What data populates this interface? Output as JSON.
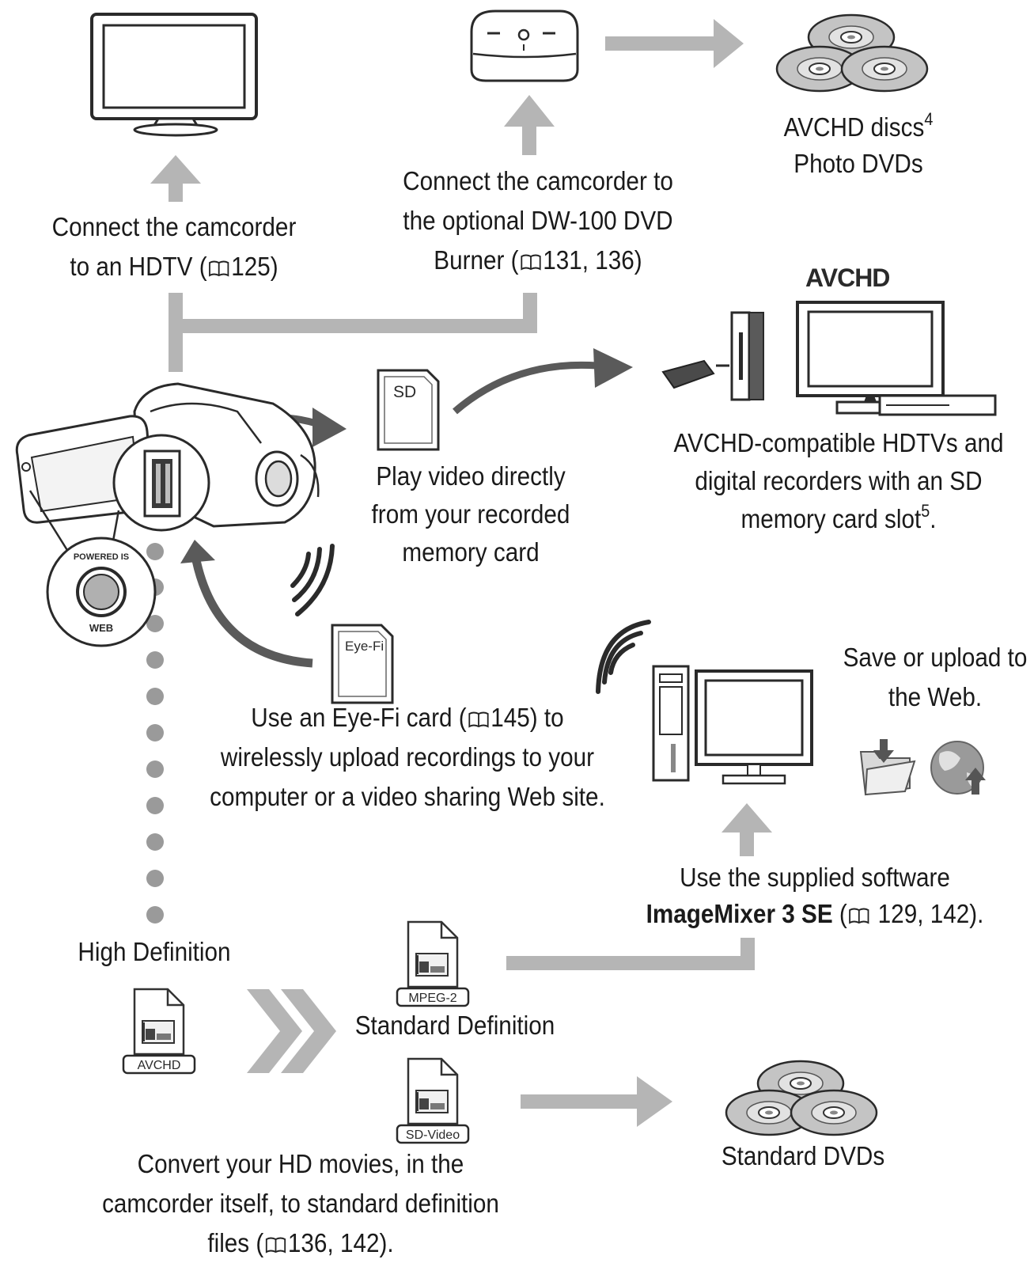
{
  "logo_text": "AVCHD",
  "sd_card_label": "SD",
  "eyefi_card_label": "Eye-Fi",
  "camcorder_button_top": "POWERED IS",
  "camcorder_button_bottom": "WEB",
  "file_tags": {
    "avchd": "AVCHD",
    "mpeg2": "MPEG-2",
    "sdvideo": "SD-Video"
  },
  "labels": {
    "hdtv": {
      "line1": "Connect the camcorder",
      "line2a": "to an HDTV (",
      "line2b": "125)"
    },
    "dvd_burner": {
      "line1": "Connect the camcorder to",
      "line2": "the optional DW-100 DVD",
      "line3a": "Burner (",
      "line3b": "131, 136)"
    },
    "avchd_discs": {
      "line1": "AVCHD discs",
      "line1_sup": "4",
      "line2": "Photo DVDs"
    },
    "avchd_hdtvs": {
      "line1": "AVCHD-compatible HDTVs and",
      "line2": "digital recorders with an SD",
      "line3": "memory card slot",
      "line3_sup": "5",
      "line3_end": "."
    },
    "play_video": {
      "line1": "Play video directly",
      "line2": "from your recorded",
      "line3": "memory card"
    },
    "save_web": {
      "line1": "Save or upload to",
      "line2": "the Web."
    },
    "eyefi": {
      "line1a": "Use an Eye-Fi card (",
      "line1b": "145) to",
      "line2": "wirelessly upload recordings to your",
      "line3": "computer or a video sharing Web site."
    },
    "software": {
      "line1": "Use the supplied software",
      "line2_bold": "ImageMixer 3 SE",
      "line2a": " (",
      "line2b": " 129, 142)."
    },
    "high_def": "High Definition",
    "standard_def": "Standard Definition",
    "standard_dvds": "Standard DVDs",
    "convert": {
      "line1": "Convert your HD movies, in the",
      "line2": "camcorder itself, to standard definition",
      "line3a": "files (",
      "line3b": "136, 142)."
    }
  }
}
